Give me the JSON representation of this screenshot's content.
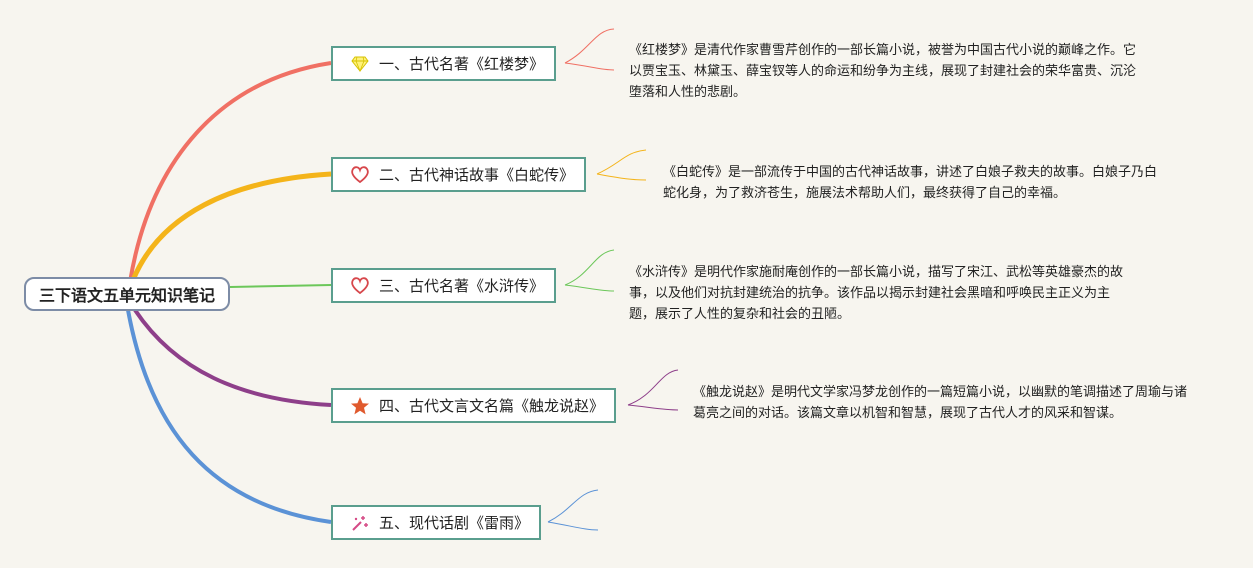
{
  "root": {
    "title": "三下语文五单元知识笔记"
  },
  "topics": [
    {
      "icon": "diamond-icon",
      "label": "一、古代名著《红楼梦》",
      "color": "#f07064",
      "note": "《红楼梦》是清代作家曹雪芹创作的一部长篇小说，被誉为中国古代小说的巅峰之作。它以贾宝玉、林黛玉、薛宝钗等人的命运和纷争为主线，展现了封建社会的荣华富贵、沉沦堕落和人性的悲剧。"
    },
    {
      "icon": "heart-outline-icon",
      "label": "二、古代神话故事《白蛇传》",
      "color": "#f4b41a",
      "note": "《白蛇传》是一部流传于中国的古代神话故事，讲述了白娘子救夫的故事。白娘子乃白蛇化身，为了救济苍生，施展法术帮助人们，最终获得了自己的幸福。"
    },
    {
      "icon": "heart-outline-icon",
      "label": "三、古代名著《水浒传》",
      "color": "#6cc75a",
      "note": "《水浒传》是明代作家施耐庵创作的一部长篇小说，描写了宋江、武松等英雄豪杰的故事，以及他们对抗封建统治的抗争。该作品以揭示封建社会黑暗和呼唤民主正义为主题，展示了人性的复杂和社会的丑陋。"
    },
    {
      "icon": "star-icon",
      "label": "四、古代文言文名篇《触龙说赵》",
      "color": "#8e3f8a",
      "note": "《触龙说赵》是明代文学家冯梦龙创作的一篇短篇小说，以幽默的笔调描述了周瑜与诸葛亮之间的对话。该篇文章以机智和智慧，展现了古代人才的风采和智谋。"
    },
    {
      "icon": "sparkle-icon",
      "label": "五、现代话剧《雷雨》",
      "color": "#5b92d6",
      "note": ""
    }
  ]
}
